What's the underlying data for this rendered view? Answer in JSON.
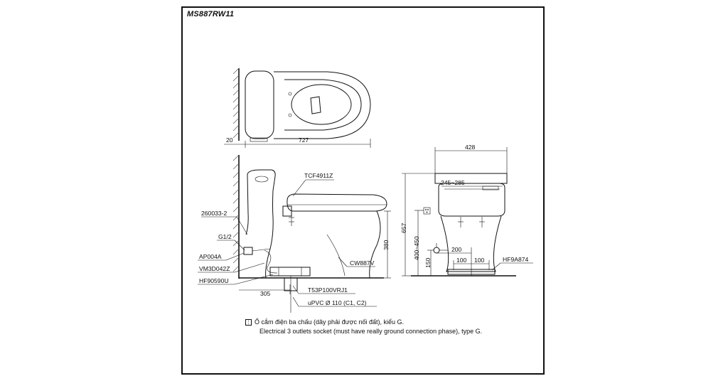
{
  "model_code": "MS887RW11",
  "top_view": {
    "wall_gap": "20",
    "length": "727"
  },
  "side_view": {
    "seat_model": "TCF4911Z",
    "part_260033": "260033-2",
    "inlet_size": "G1/2",
    "valve_part": "AP004A",
    "hose_part": "VM3D042Z",
    "flange_part": "HF90590U",
    "bowl_model": "CW887V",
    "rough_in": "305",
    "height_380": "380",
    "drain_part": "T53P100VRJ1",
    "pipe_spec": "uPVC Ø 110 (C1, C2)"
  },
  "front_view": {
    "width": "428",
    "seat_range": "245~285",
    "height": "657",
    "socket_range": "400~450",
    "inlet_height": "150",
    "offset_200": "200",
    "offset_100_left": "100",
    "offset_100_right": "100",
    "fixing_part": "HF9A874"
  },
  "note": {
    "vi": "Ổ cắm điện ba chấu (dây phải được nối đất), kiểu G.",
    "en": "Electrical 3 outlets socket (must have really ground connection phase), type G."
  }
}
